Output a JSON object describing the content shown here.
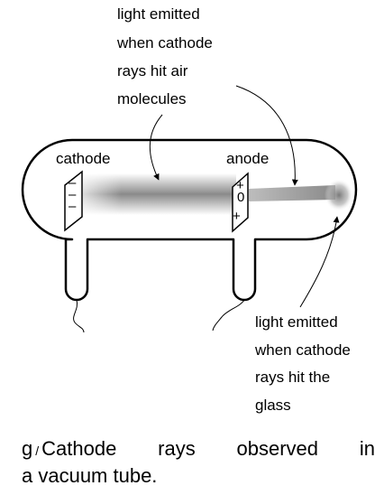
{
  "labels": {
    "cathode": "cathode",
    "anode": "anode",
    "air_light": [
      "light emitted",
      "when cathode",
      "rays hit air",
      "molecules"
    ],
    "glass_light": [
      "light emitted",
      "when cathode",
      "rays hit the",
      "glass"
    ]
  },
  "signs": {
    "cathode_minus": [
      "–",
      "–",
      "–"
    ],
    "anode_plus_top": "+",
    "anode_zero": "0",
    "anode_plus_bottom": "+"
  },
  "caption": {
    "letter": "g",
    "separator": "/",
    "words_line1": [
      "Cathode",
      "rays",
      "observed",
      "in"
    ],
    "line2": "a vacuum tube."
  }
}
